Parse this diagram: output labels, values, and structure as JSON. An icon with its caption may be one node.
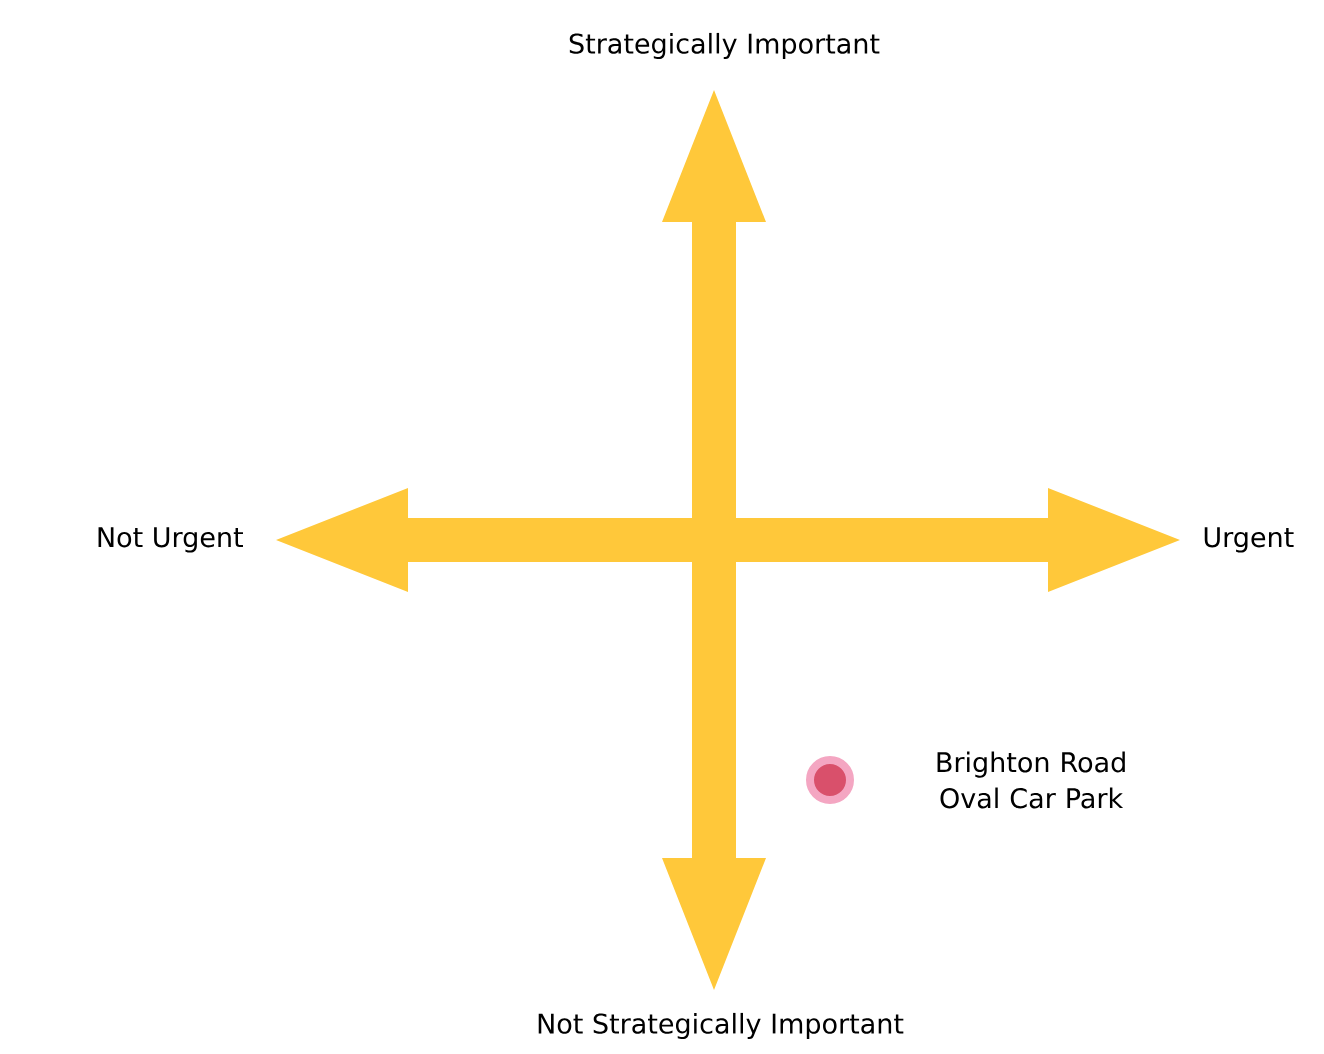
{
  "diagram": {
    "nodes": [
      {
        "text": [],
        "shape": "circle",
        "beside": [
          "Brighton Road Oval Car Park"
        ]
      }
    ],
    "labels": [
      "Strategically Important",
      "Not Urgent",
      "Urgent",
      "Not Strategically Important"
    ]
  }
}
